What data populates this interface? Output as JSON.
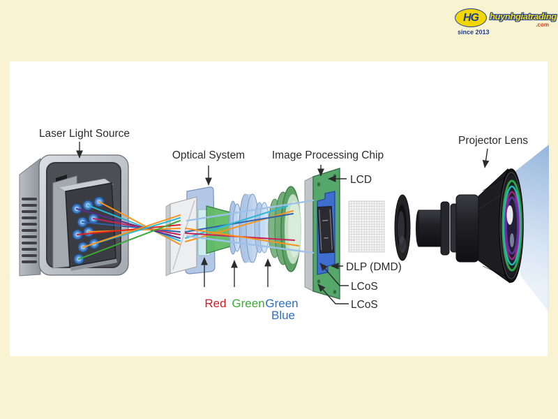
{
  "page": {
    "background_color": "#FAF3D1",
    "panel_color": "#FFFFFF"
  },
  "logo": {
    "monogram": "HG",
    "brand": "huynhgiatrading",
    "tld": ".com",
    "since": "since 2013",
    "yellow": "#F2D600",
    "blue": "#1D3E94",
    "red": "#D63A18"
  },
  "diagram": {
    "labels": {
      "laser_light_source": "Laser Light Source",
      "optical_system": "Optical System",
      "image_processing_chip": "Image Processing Chip",
      "projector_lens": "Projector Lens",
      "lcd": "LCD",
      "dlp_dmd": "DLP (DMD)",
      "lcos_1": "LCoS",
      "lcos_2": "LCoS",
      "color_red": "Red",
      "color_green_1": "Green",
      "color_green_2": "Green",
      "color_blue": "Blue"
    },
    "label_colors": {
      "text": "#2B2B2B",
      "red": "#D71920",
      "green": "#3AA935",
      "blue": "#2E6FC0"
    },
    "ray_colors": {
      "orange": "#F7941E",
      "cyan": "#2BB7D8",
      "purple": "#5B2D90",
      "crimson": "#C4245A",
      "blue": "#2E61AC",
      "red": "#E0201E",
      "green": "#3AA935",
      "light_blue": "#9CC2E8"
    },
    "component_colors": {
      "beam": "#A9C6E4",
      "pcb_green": "#55A76A",
      "dmd_blue": "#3D6ED0",
      "lens_blue": "#B5CCE8",
      "lens_green": "#6FAC76"
    }
  }
}
